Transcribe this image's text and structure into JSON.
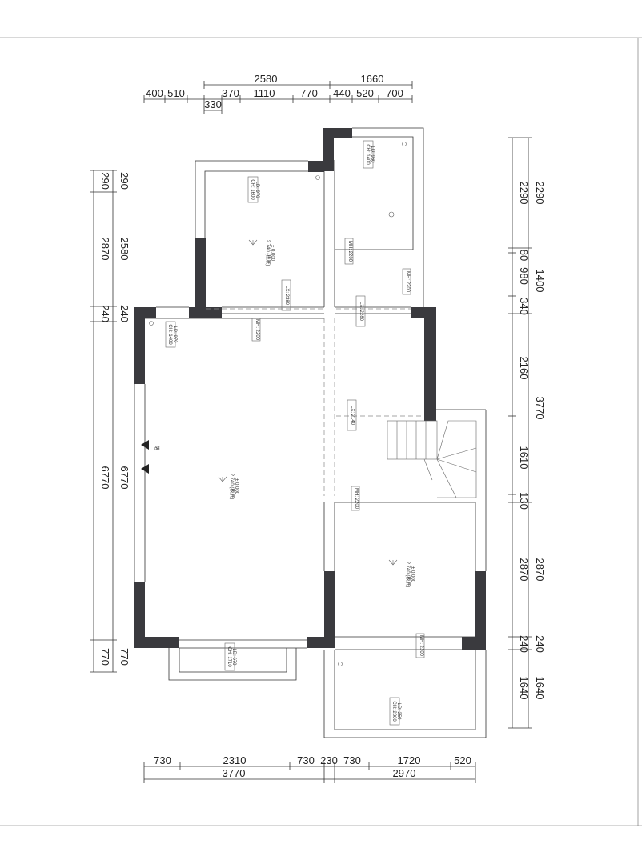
{
  "drawing": {
    "top_dims_row1": [
      "2580",
      "1660"
    ],
    "top_dims_row2": [
      "400",
      "510",
      "370",
      "1110",
      "770",
      "440",
      "520",
      "700"
    ],
    "top_dims_row2b": [
      "330"
    ],
    "left_dims_outer": [
      "290",
      "2870",
      "240",
      "6770",
      "770"
    ],
    "left_dims_inner": [
      "290",
      "2580",
      "240",
      "6770",
      "770"
    ],
    "right_dims_inner": [
      "2290",
      "80",
      "980",
      "340",
      "2160",
      "1610",
      "130",
      "2870",
      "240",
      "1640"
    ],
    "right_dims_outer": [
      "2290",
      "1400",
      "3770",
      "2870",
      "240",
      "1640"
    ],
    "bottom_dims_row1": [
      "730",
      "2310",
      "730",
      "230",
      "730",
      "1720",
      "520"
    ],
    "bottom_dims_row2": [
      "3770",
      "2970"
    ],
    "tags": {
      "win_top_room": [
        "CH: 1600",
        "LD: 970"
      ],
      "win_top_right": [
        "CH: 1400",
        "LD: 960"
      ],
      "win_left": [
        "CH: 1400",
        "LD: 970"
      ],
      "win_bottom_left": [
        "CH: 1710",
        "LD: 670"
      ],
      "win_bottom_right": [
        "CH: 2860",
        "LD: 250"
      ],
      "mh_top_right": "MH: 2200",
      "mh_mid_right": "MH: 2200",
      "mh_left": "MH: 2200",
      "mh_lower_room": "MH: 2200",
      "mh_bottom": "MH: 2300",
      "lx_top_room": "LX: 2380",
      "lx_mid": "LX: 2280",
      "lx_stair": "LX: 2140"
    },
    "levels": {
      "top_room": [
        "2.740 (板底)",
        "± 0.000"
      ],
      "living": [
        "2.740 (板底)",
        "± 0.000"
      ],
      "lower_room": [
        "2.740 (板底)",
        "± 0.000"
      ]
    },
    "side_label": "落"
  }
}
